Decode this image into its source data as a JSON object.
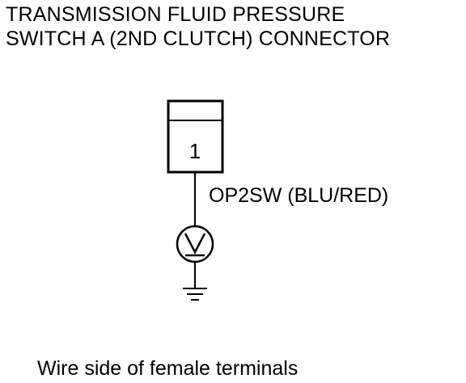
{
  "title": {
    "line1": "TRANSMISSION FLUID PRESSURE",
    "line2": "SWITCH A (2ND CLUTCH) CONNECTOR"
  },
  "connector": {
    "terminal_number": "1"
  },
  "wire": {
    "label": "OP2SW (BLU/RED)"
  },
  "meter": {
    "icon": "voltmeter-icon",
    "symbol": "V"
  },
  "ground": {
    "icon": "ground-icon"
  },
  "footer": {
    "note": "Wire side of female terminals"
  },
  "colors": {
    "line": "#000000",
    "background": "#ffffff"
  }
}
